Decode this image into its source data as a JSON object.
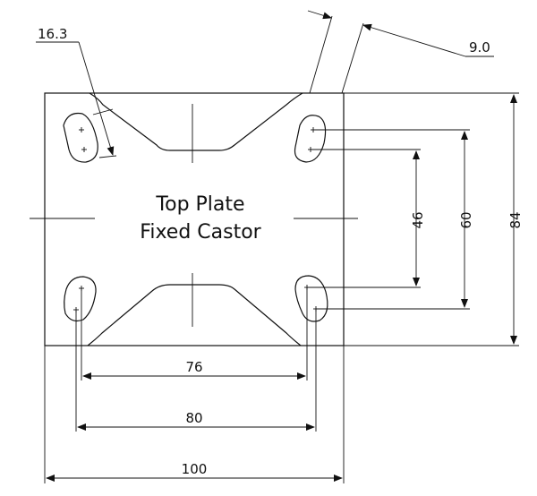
{
  "title": {
    "line1": "Top Plate",
    "line2": "Fixed Castor"
  },
  "dimensions": {
    "slot_width": "16.3",
    "slot_offset": "9.0",
    "hole_spacing_76": "76",
    "hole_spacing_80": "80",
    "plate_width": "100",
    "hole_spacing_46": "46",
    "hole_spacing_60": "60",
    "plate_height": "84"
  }
}
